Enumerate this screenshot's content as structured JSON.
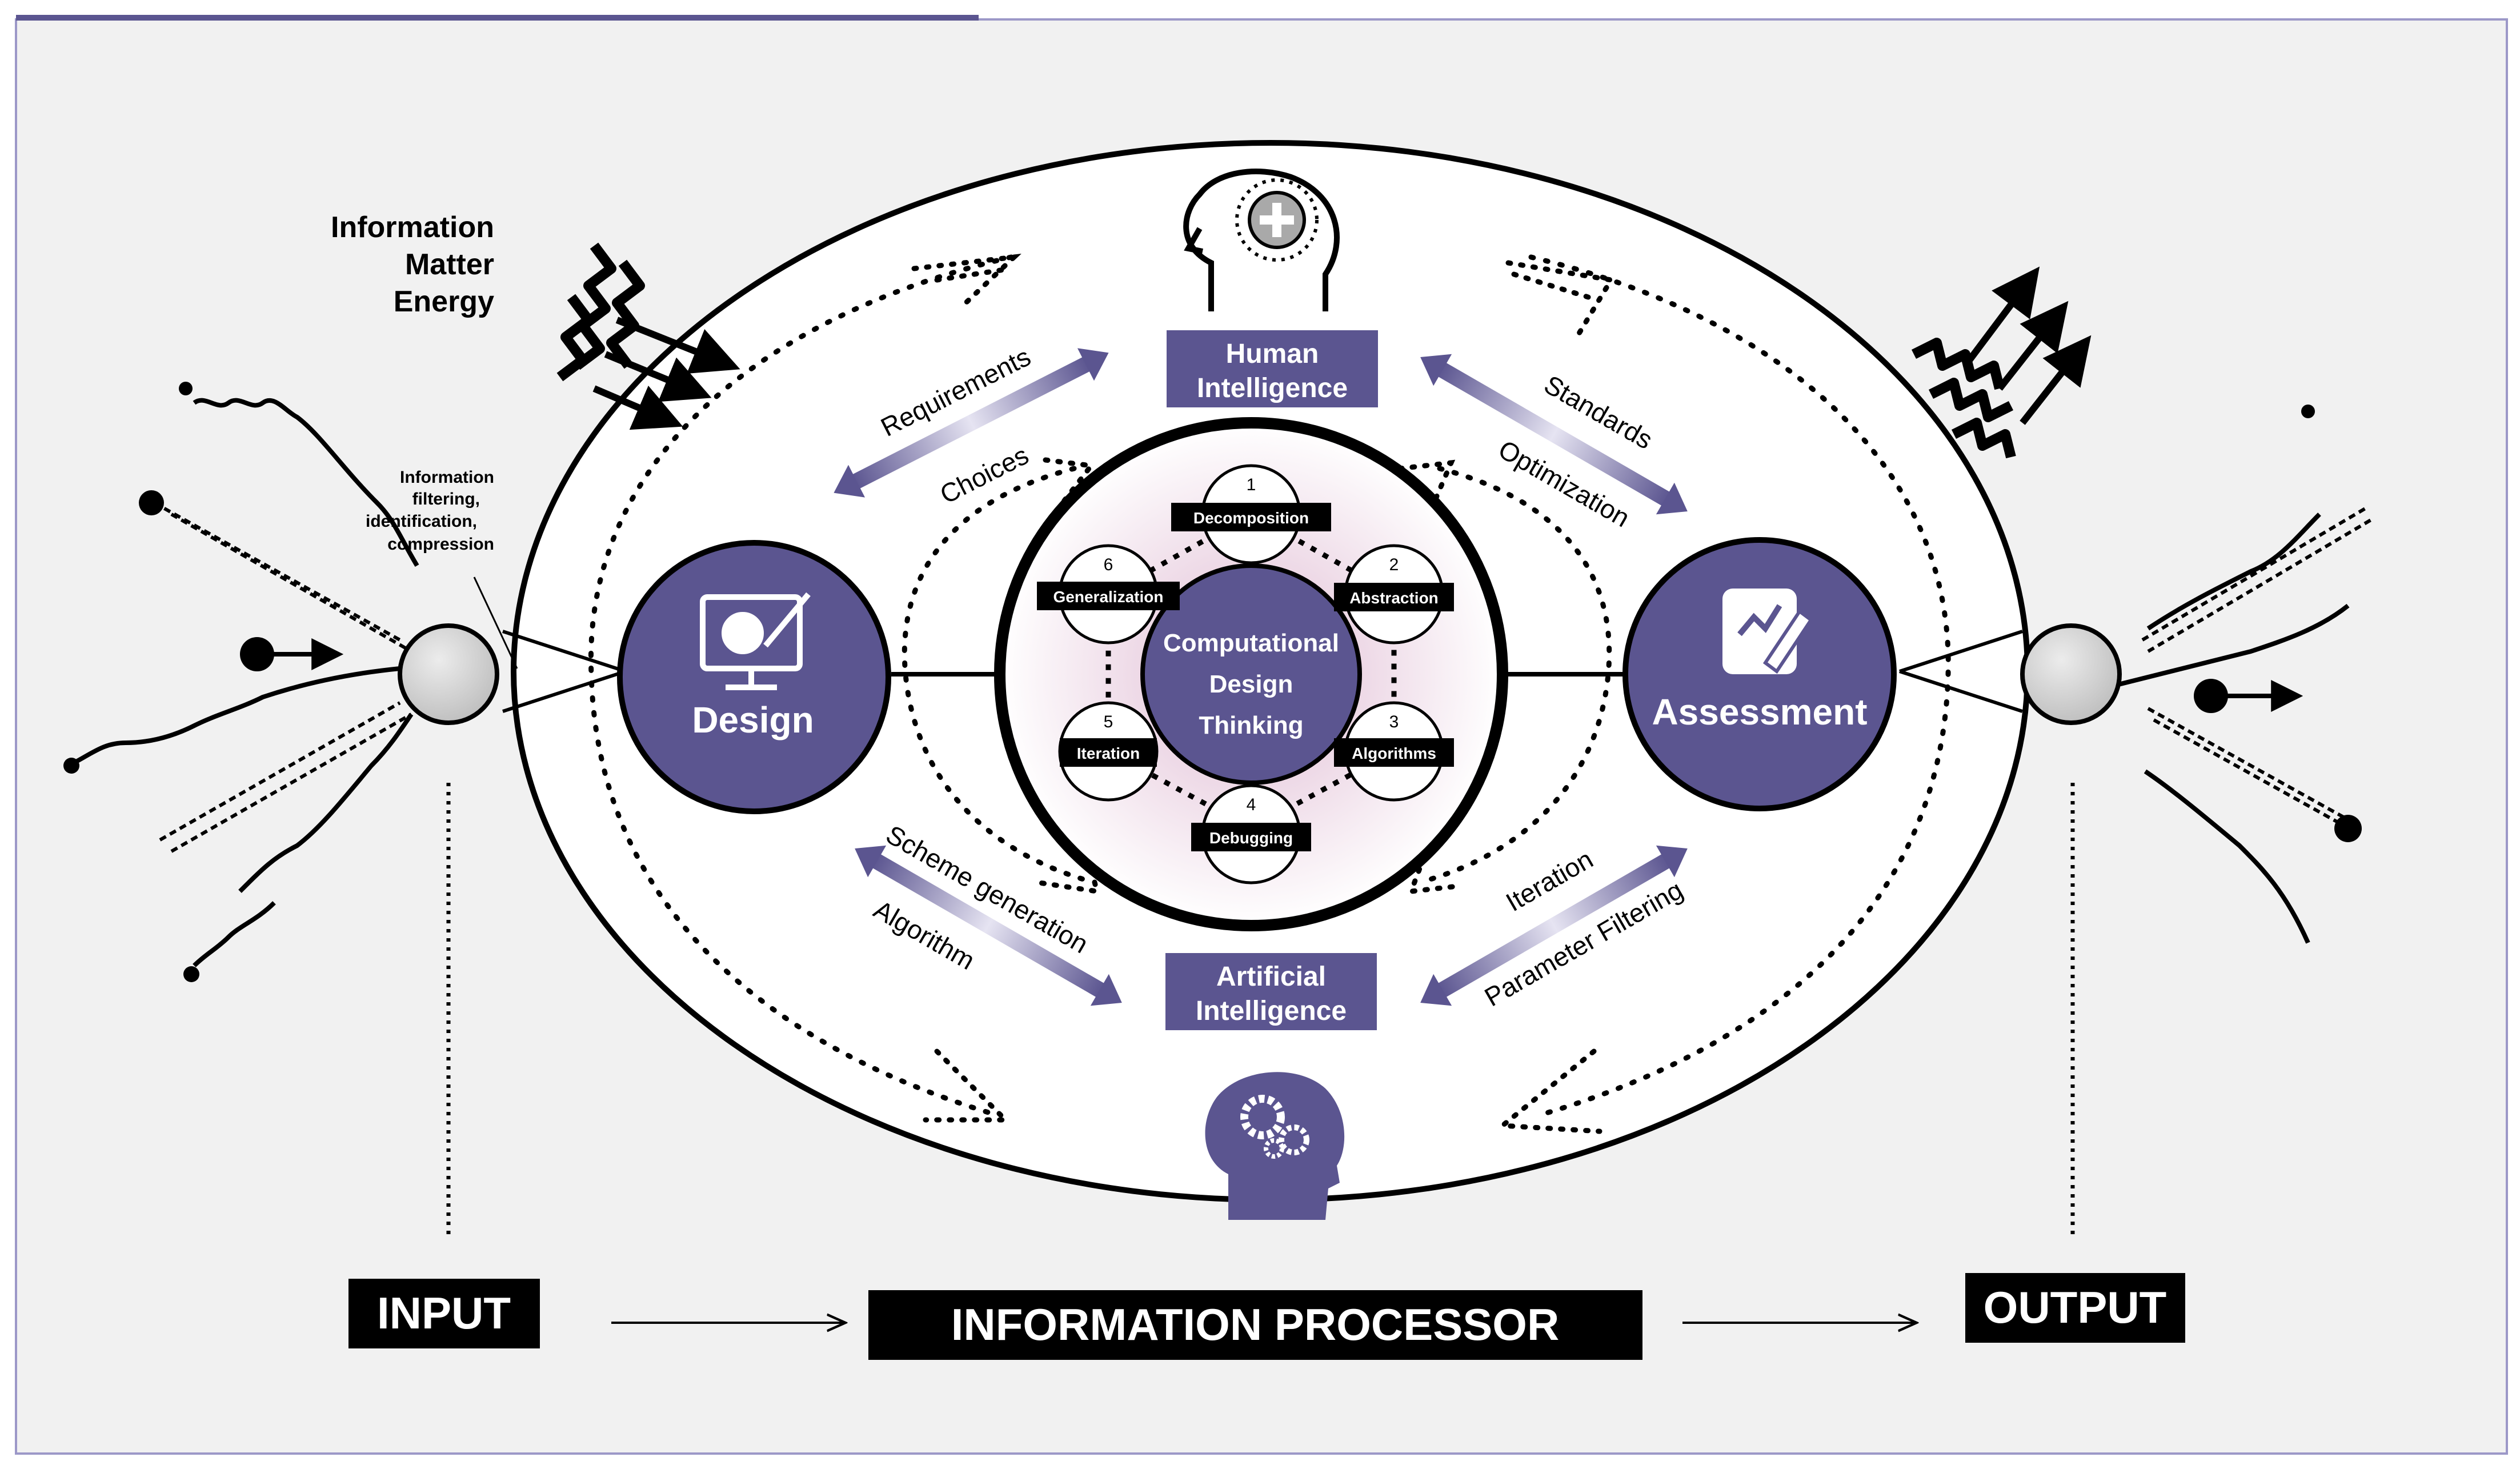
{
  "top_left_label": [
    "Information",
    "Matter",
    "Energy"
  ],
  "filter_note": [
    "Information",
    "filtering,",
    "identification,",
    "compression"
  ],
  "nodes": {
    "design": "Design",
    "assessment": "Assessment",
    "human": [
      "Human",
      "Intelligence"
    ],
    "ai": [
      "Artificial",
      "Intelligence"
    ],
    "core": [
      "Computational",
      "Design",
      "Thinking"
    ]
  },
  "flows": {
    "requirements": "Requirements",
    "choices": "Choices",
    "standards": "Standards",
    "optimization": "Optimization",
    "scheme_generation": "Scheme generation",
    "algorithm": "Algorithm",
    "iteration": "Iteration",
    "parameter_filtering": "Parameter Filtering"
  },
  "steps": [
    {
      "num": "1",
      "label": "Decomposition"
    },
    {
      "num": "2",
      "label": "Abstraction"
    },
    {
      "num": "3",
      "label": "Algorithms"
    },
    {
      "num": "4",
      "label": "Debugging"
    },
    {
      "num": "5",
      "label": "Iteration"
    },
    {
      "num": "6",
      "label": "Generalization"
    }
  ],
  "bottom": {
    "input": "INPUT",
    "processor": "INFORMATION PROCESSOR",
    "output": "OUTPUT"
  },
  "colors": {
    "purple": "#5b5590",
    "light_purple": "#b7b3d6",
    "background": "#f1f1f1",
    "black": "#000000"
  },
  "icons": [
    "human-head-plus-icon",
    "ai-head-gears-icon",
    "design-monitor-icon",
    "assessment-edit-icon"
  ]
}
